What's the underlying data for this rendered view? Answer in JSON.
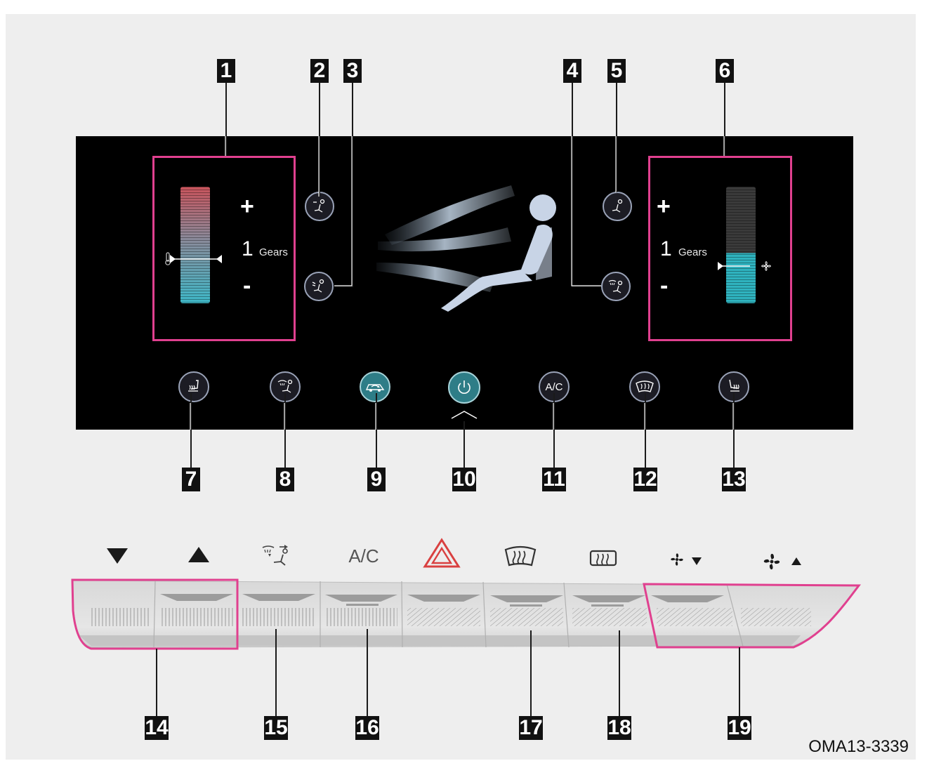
{
  "callouts": [
    "1",
    "2",
    "3",
    "4",
    "5",
    "6",
    "7",
    "8",
    "9",
    "10",
    "11",
    "12",
    "13",
    "14",
    "15",
    "16",
    "17",
    "18",
    "19"
  ],
  "left_zone": {
    "plus": "+",
    "level": "1",
    "unit": "Gears",
    "minus": "-"
  },
  "right_zone": {
    "plus": "+",
    "level": "1",
    "unit": "Gears",
    "minus": "-"
  },
  "screen_buttons": {
    "ac_label": "A/C"
  },
  "physical_panel": {
    "ac_label": "A/C"
  },
  "figure_code": "OMA13-3339",
  "icons": {
    "screen_row": [
      "heated-seat-icon",
      "seat-defrost-icon",
      "recirculation-icon",
      "power-icon",
      "ac-icon",
      "windshield-defrost-icon",
      "ventilated-seat-icon"
    ],
    "panel_row": [
      "arrow-down-icon",
      "arrow-up-icon",
      "windshield-airflow-icon",
      "ac-icon",
      "hazard-icon",
      "front-defrost-icon",
      "rear-defrost-icon",
      "fan-down-icon",
      "fan-up-icon"
    ]
  },
  "colors": {
    "highlight": "#e0408f",
    "screen": "#000000",
    "teal": "#2e7d87",
    "warm": "#c8545c",
    "cool": "#3fb8c8"
  }
}
